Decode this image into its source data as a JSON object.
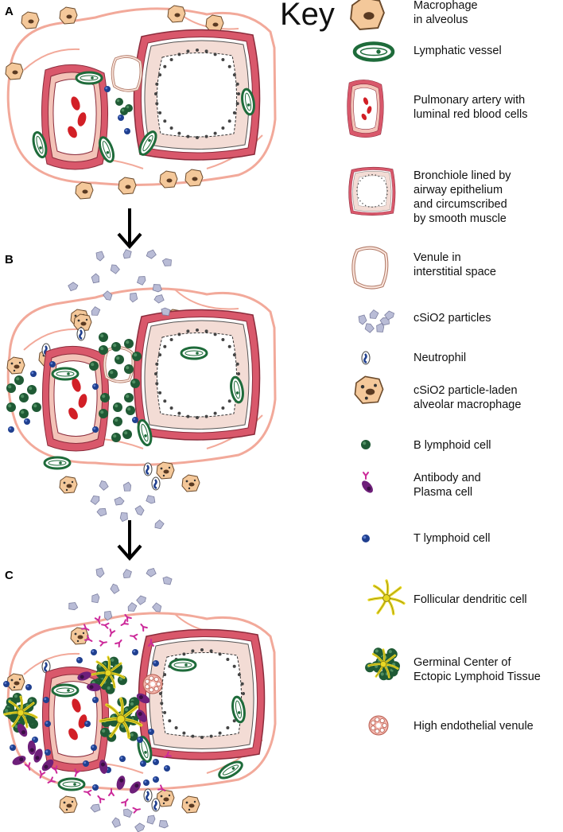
{
  "panels": [
    "A",
    "B",
    "C"
  ],
  "key": {
    "title": "Key",
    "items": [
      {
        "label": "Macrophage\nin alveolus",
        "icon": "macrophage-icon"
      },
      {
        "label": "Lymphatic vessel",
        "icon": "lymphatic-vessel-icon"
      },
      {
        "label": "Pulmonary artery with\nluminal red blood cells",
        "icon": "pulmonary-artery-icon"
      },
      {
        "label": "Bronchiole lined by\nairway epithelium\nand circumscribed\nby smooth muscle",
        "icon": "bronchiole-icon"
      },
      {
        "label": "Venule in\ninterstitial space",
        "icon": "venule-icon"
      },
      {
        "label": "cSiO2 particles",
        "icon": "silica-particles-icon"
      },
      {
        "label": "Neutrophil",
        "icon": "neutrophil-icon"
      },
      {
        "label": "cSiO2 particle-laden\nalveolar macrophage",
        "icon": "laden-macrophage-icon"
      },
      {
        "label": "B lymphoid cell",
        "icon": "b-lymphoid-cell-icon"
      },
      {
        "label": "Antibody and\nPlasma cell",
        "icon": "plasma-cell-icon"
      },
      {
        "label": "T lymphoid cell",
        "icon": "t-lymphoid-cell-icon"
      },
      {
        "label": "Follicular dendritic cell",
        "icon": "follicular-dendritic-cell-icon"
      },
      {
        "label": "Germinal Center of\nEctopic Lymphoid Tissue",
        "icon": "germinal-center-icon"
      },
      {
        "label": "High endothelial venule",
        "icon": "high-endothelial-venule-icon"
      }
    ]
  },
  "colors": {
    "alveolar_wall": "#f2a99a",
    "muscle": "#d9586b",
    "muscle_light": "#f3c3b8",
    "lymphatic": "#1e6b3a",
    "rbc": "#d21f26",
    "b_cell": "#1f5a35",
    "t_cell": "#1f3f8f",
    "plasma": "#6e1f7a",
    "antibody": "#cc2a9a",
    "fdc": "#e8d824",
    "particle": "#b9bcd6",
    "macrophage": "#f4c89a"
  }
}
